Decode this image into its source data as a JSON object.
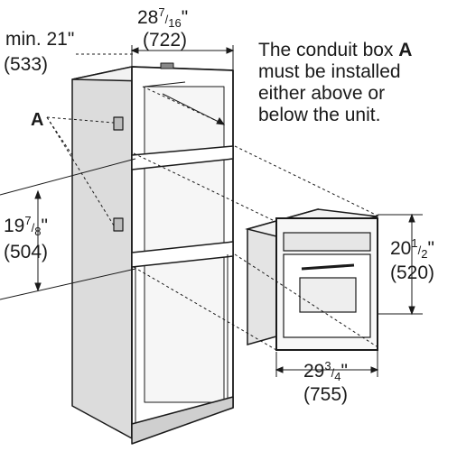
{
  "dimensions": {
    "cabinet_width": {
      "whole": "28",
      "num": "7",
      "den": "16",
      "mm": "(722)"
    },
    "min_depth": {
      "text": "min. 21\"",
      "mm": "(533)"
    },
    "cutout_height": {
      "whole": "19",
      "num": "7",
      "den": "8",
      "mm": "(504)"
    },
    "unit_height": {
      "whole": "20",
      "num": "1",
      "den": "2",
      "mm": "(520)"
    },
    "unit_width": {
      "whole": "29",
      "num": "3",
      "den": "4",
      "mm": "(755)"
    }
  },
  "callout": {
    "letter": "A"
  },
  "note": {
    "line1": "The conduit box ",
    "letter": "A",
    "line2": "must be installed",
    "line3": "either above or",
    "line4": "below the unit."
  }
}
